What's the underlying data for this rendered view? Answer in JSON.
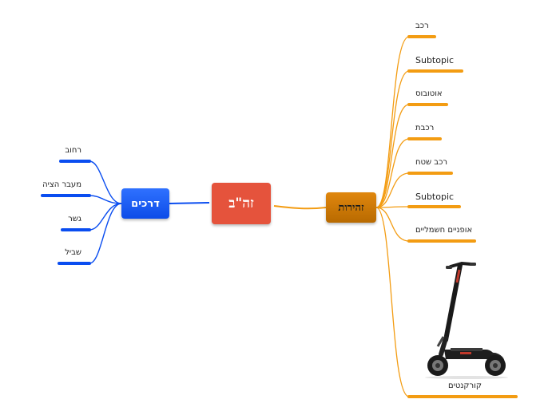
{
  "central": {
    "label": "זה\"ב"
  },
  "left_branch": {
    "label": "דרכים",
    "color": "#0a4df0",
    "items": [
      {
        "label": "רחוב"
      },
      {
        "label": "מעבר הציה"
      },
      {
        "label": "גשר"
      },
      {
        "label": "שביל"
      }
    ]
  },
  "right_branch": {
    "label": "זהירות",
    "color": "#f39c12",
    "items": [
      {
        "label": "רכב"
      },
      {
        "label": "Subtopic"
      },
      {
        "label": "אוטובוס"
      },
      {
        "label": "רכבת"
      },
      {
        "label": "רכב שטח"
      },
      {
        "label": "Subtopic"
      },
      {
        "label": "אופניים חשמליים"
      },
      {
        "label": "קורקנטים",
        "image": "electric-scooter"
      }
    ]
  }
}
